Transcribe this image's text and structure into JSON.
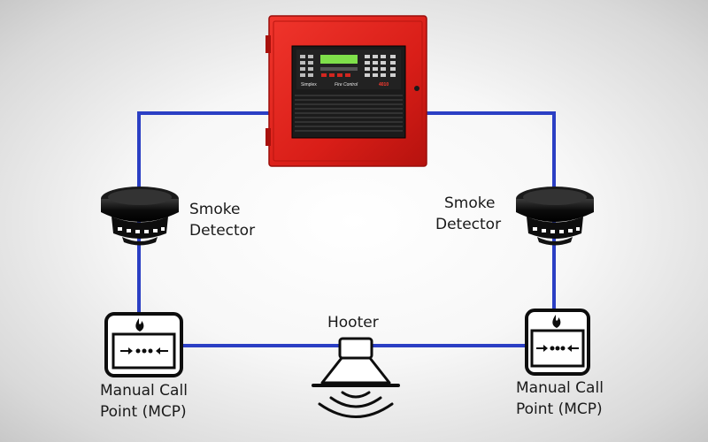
{
  "panel": {
    "brand": "Simplex",
    "model_text": "Fire Control",
    "model_number": "4010"
  },
  "labels": {
    "smoke_detector_left": [
      "Smoke",
      "Detector"
    ],
    "smoke_detector_right": [
      "Smoke",
      "Detector"
    ],
    "hooter": "Hooter",
    "mcp_left": [
      "Manual Call",
      "Point (MCP)"
    ],
    "mcp_right": [
      "Manual Call",
      "Point (MCP)"
    ]
  },
  "colors": {
    "wire": "#2b3fc4",
    "panel": "#e2211c",
    "device": "#0d0d0d"
  },
  "icons": {
    "panel": "fire-alarm-control-panel",
    "smoke_detector": "smoke-detector-icon",
    "mcp": "manual-call-point-icon",
    "hooter": "hooter-siren-icon"
  }
}
